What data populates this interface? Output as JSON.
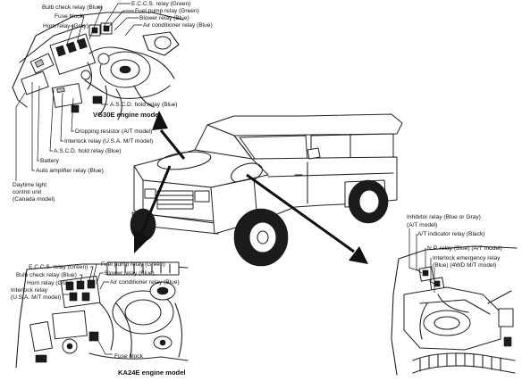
{
  "vg30e": {
    "title": "VG30E engine model",
    "labels": {
      "bulb_check": "Bulb check relay (Blue)",
      "fuse_block": "Fuse block",
      "horn": "Horn relay (Gray)",
      "eccs": "E.C.C.S. relay (Green)",
      "fuel_pump": "Fuel pump relay (Green)",
      "blower": "Blower relay (Blue)",
      "air_cond": "Air conditioner relay (Blue)",
      "ascd_hold": "A.S.C.D. hold relay (Blue)",
      "dropping": "Dropping resistor (A/T model)",
      "interlock": "Interlock relay (U.S.A. M/T model)",
      "ascd_hold2": "A.S.C.D. hold relay (Blue)",
      "battery": "Battery",
      "auto_amp": "Auto amplifier relay (Blue)",
      "daytime_1": "Daytime light",
      "daytime_2": "control unit",
      "daytime_3": "(Canada model)"
    }
  },
  "ka24e": {
    "title": "KA24E engine model",
    "labels": {
      "eccs": "E.C.C.S. relay (Green)",
      "fuel_pump": "Fuel pump relay (Green)",
      "bulb_check": "Bulb check relay (Blue)",
      "blower": "Blower relay (Blue)",
      "horn": "Horn relay (Gray)",
      "air_cond": "Air conditioner relay (Blue)",
      "interlock_1": "Interlock relay",
      "interlock_2": "(U.S.A. M/T model)",
      "fuse_block": "Fuse block"
    }
  },
  "interior": {
    "labels": {
      "inhibitor_1": "Inhibitor relay (Blue or Gray)",
      "inhibitor_2": "(A/T model)",
      "at_indicator": "A/T indicator relay (Black)",
      "np_relay": "N.P. relay (Blue) (A/T model)",
      "interlock_em_1": "Interlock emergency relay",
      "interlock_em_2": "(Blue) (4WD M/T model)"
    }
  }
}
